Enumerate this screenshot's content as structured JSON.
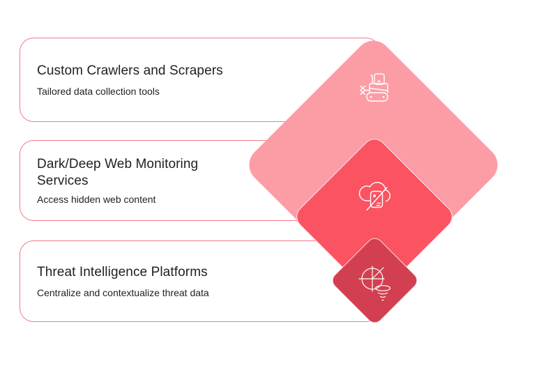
{
  "diagram": {
    "type": "nested-diamond-infographic",
    "cards": [
      {
        "title": "Custom Crawlers and Scrapers",
        "subtitle": "Tailored data collection tools",
        "icon": "bulldozer-crawler-icon",
        "diamond": "large"
      },
      {
        "title": "Dark/Deep Web Monitoring Services",
        "subtitle": "Access hidden web content",
        "icon": "hidden-cloud-content-icon",
        "diamond": "medium"
      },
      {
        "title": "Threat Intelligence Platforms",
        "subtitle": "Centralize and contextualize threat data",
        "icon": "pie-chart-funnel-icon",
        "diamond": "small"
      }
    ]
  },
  "colors": {
    "background": "#FFFFFF",
    "card_border": "#F27A8A",
    "title_text": "#202124",
    "subtitle_text": "#202124",
    "diamond_large": "#FC9DA6",
    "diamond_medium": "#FB5362",
    "diamond_small": "#D23F50",
    "icon_stroke": "#FFFFFF"
  }
}
